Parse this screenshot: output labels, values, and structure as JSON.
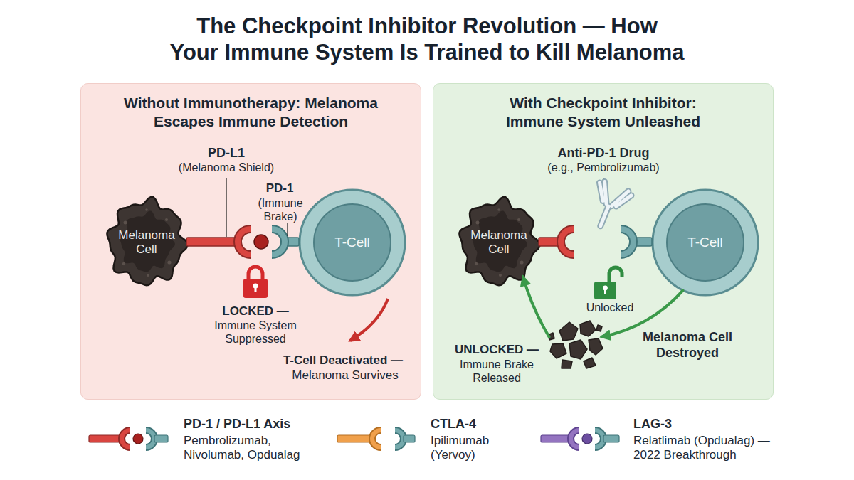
{
  "diagram": {
    "title": "The Checkpoint Inhibitor Revolution — How Your Immune System Is Trained to Kill Melanoma",
    "nodes": [
      {
        "text": [
          "Without Immunotherapy: Melanoma Escapes Immune Detection"
        ]
      },
      {
        "text": [
          "Melanoma Cell"
        ],
        "in": 0
      },
      {
        "text": [
          "T-Cell"
        ],
        "in": 0
      },
      {
        "text": [
          "With Checkpoint Inhibitor: Immune System Unleashed"
        ]
      },
      {
        "text": [
          "Melanoma Cell"
        ],
        "in": 3
      },
      {
        "text": [
          "T-Cell"
        ],
        "in": 3
      },
      {
        "text": [
          "Melanoma Cell Destroyed"
        ],
        "in": 3
      }
    ],
    "edges": [
      {
        "from": 5,
        "to": 6,
        "arrow": "to"
      },
      {
        "from": 6,
        "to": 4,
        "arrow": "to"
      }
    ],
    "labels": [
      "PD-L1",
      "(Melanoma Shield)",
      "PD-1",
      "(Immune Brake)",
      "LOCKED —",
      "Immune System Suppressed",
      "T-Cell Deactivated —",
      "Melanoma Survives",
      "Anti-PD-1 Drug",
      "(e.g., Pembrolizumab)",
      "Unlocked",
      "UNLOCKED —",
      "Immune Brake Released",
      "Pembrolizumab, Nivolumab, Opdualag",
      "Ipilimumab (Yervoy)",
      "Relatlimab (Opdualag) — 2022 Breakthrough"
    ],
    "legend": [
      {
        "text": "PD-1 / PD-L1 Axis"
      },
      {
        "text": "CTLA-4"
      },
      {
        "text": "LAG-3"
      }
    ]
  }
}
